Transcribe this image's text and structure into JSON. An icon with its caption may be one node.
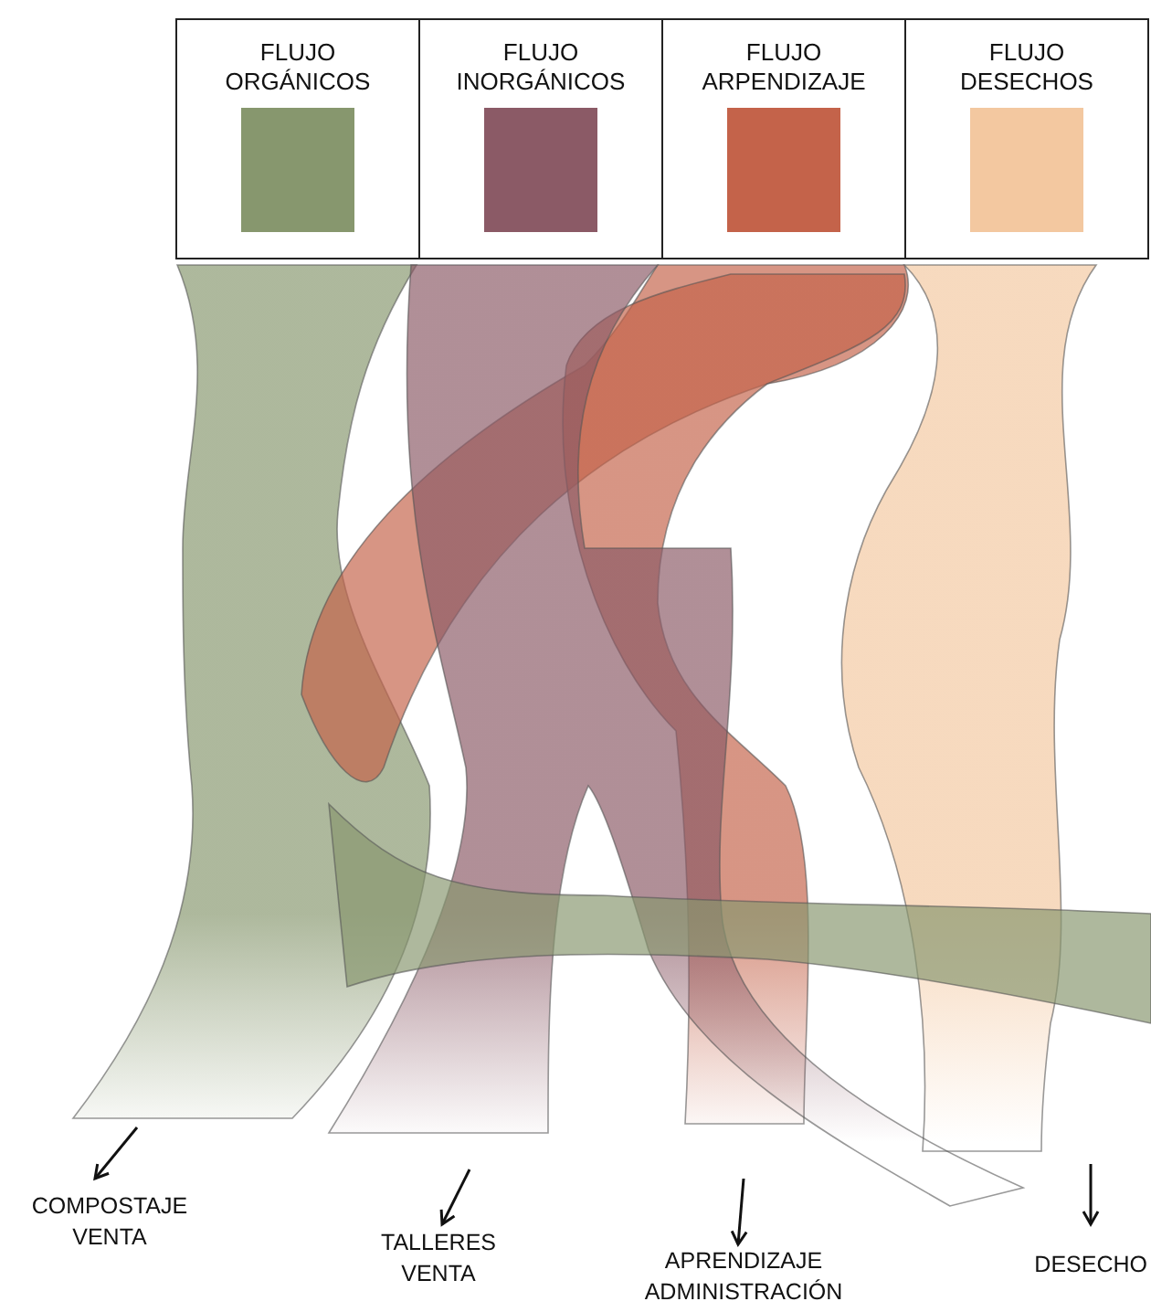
{
  "diagram": {
    "labels": [
      "COMPOSTAJE VENTA",
      "TALLERES VENTA",
      "APRENDIZAJE ADMINISTRACIÓN",
      "DESECHO"
    ],
    "legend": [
      {
        "text": "FLUJO ORGÁNICOS",
        "color": "#87976e"
      },
      {
        "text": "FLUJO INORGÁNICOS",
        "color": "#8b5a66"
      },
      {
        "text": "FLUJO ARPENDIZAJE",
        "color": "#c4634a"
      },
      {
        "text": "FLUJO DESECHOS",
        "color": "#f3c8a0"
      }
    ]
  }
}
